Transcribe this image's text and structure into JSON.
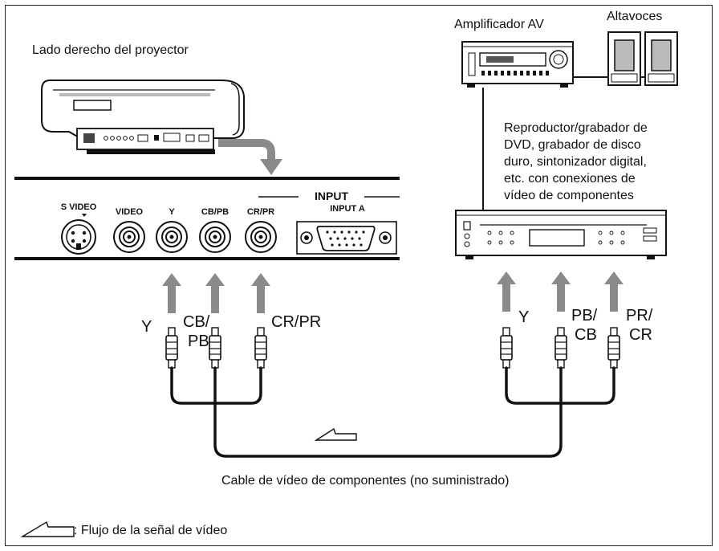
{
  "labels": {
    "projector_side": "Lado derecho del proyector",
    "amplifier": "Amplificador AV",
    "speakers": "Altavoces",
    "device_line1": "Reproductor/grabador de",
    "device_line2": "DVD, grabador de disco",
    "device_line3": "duro, sintonizador digital,",
    "device_line4": "etc. con conexiones de",
    "device_line5": "vídeo de componentes",
    "cable": "Cable de vídeo de componentes (no suministrado)",
    "legend": ": Flujo de la señal de vídeo"
  },
  "panel": {
    "group": "INPUT",
    "ports": [
      "S VIDEO",
      "VIDEO",
      "Y",
      "CB/PB",
      "CR/PR",
      "INPUT A"
    ]
  },
  "plugs_left": {
    "y": "Y",
    "cb_1": "CB/",
    "cb_2": "PB",
    "cr": "CR/PR"
  },
  "plugs_right": {
    "y": "Y",
    "pb_1": "PB/",
    "pb_2": "CB",
    "pr_1": "PR/",
    "pr_2": "CR"
  },
  "colors": {
    "line": "#111111",
    "arrow": "#8a8a8a",
    "panel_bar": "#111111"
  }
}
